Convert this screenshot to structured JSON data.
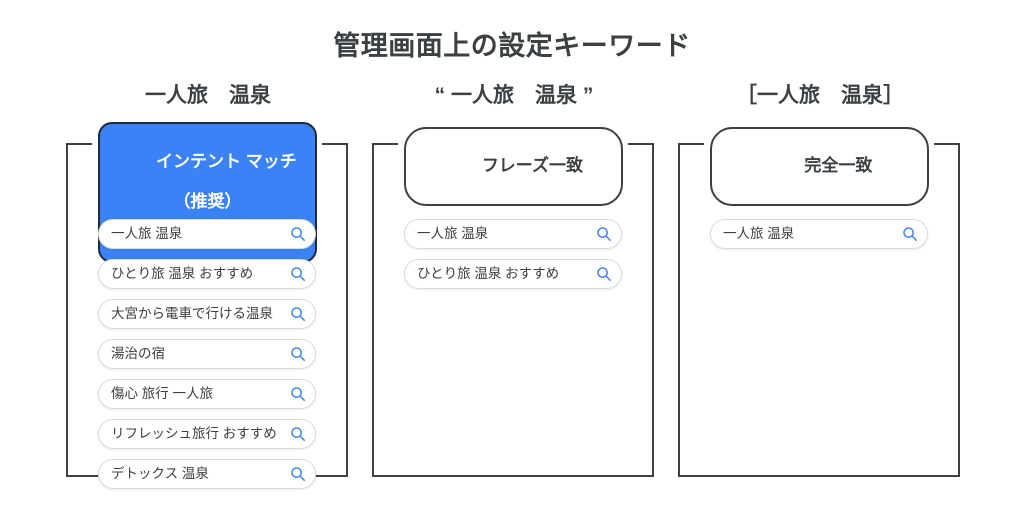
{
  "page": {
    "title": "管理画面上の設定キーワード",
    "accent_blue": "#3b82f6",
    "icon_blue": "#4285f4",
    "outline_color": "#3c4043",
    "chip_border": "#dadce0"
  },
  "columns": [
    {
      "heading": "一人旅　温泉",
      "match_label_line1": "インテント マッチ",
      "match_label_line2": "（推奨）",
      "highlighted": true,
      "queries": [
        {
          "text": "一人旅 温泉",
          "icon": "search-icon"
        },
        {
          "text": "ひとり旅 温泉 おすすめ",
          "icon": "search-icon"
        },
        {
          "text": "大宮から電車で行ける温泉",
          "icon": "search-icon"
        },
        {
          "text": "湯治の宿",
          "icon": "search-icon"
        },
        {
          "text": "傷心 旅行 一人旅",
          "icon": "search-icon"
        },
        {
          "text": "リフレッシュ旅行 おすすめ",
          "icon": "search-icon"
        },
        {
          "text": "デトックス 温泉",
          "icon": "search-icon"
        }
      ]
    },
    {
      "heading": "“ 一人旅　温泉 ”",
      "match_label_line1": "フレーズ一致",
      "match_label_line2": "",
      "highlighted": false,
      "queries": [
        {
          "text": "一人旅 温泉",
          "icon": "search-icon"
        },
        {
          "text": "ひとり旅 温泉 おすすめ",
          "icon": "search-icon"
        }
      ]
    },
    {
      "heading": "［一人旅　温泉］",
      "match_label_line1": "完全一致",
      "match_label_line2": "",
      "highlighted": false,
      "queries": [
        {
          "text": "一人旅 温泉",
          "icon": "search-icon"
        }
      ]
    }
  ]
}
